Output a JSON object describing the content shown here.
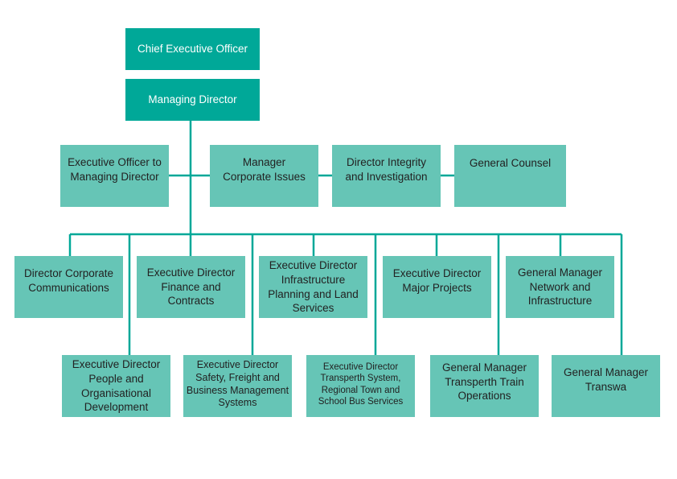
{
  "colors": {
    "executive_box": "#00a898",
    "role_box": "#66c5b6",
    "connector": "#00a898",
    "executive_text": "#ffffff",
    "role_text": "#222222"
  },
  "executive": {
    "ceo": "Chief Executive Officer",
    "md": "Managing Director"
  },
  "md_office": {
    "exec_officer": "Executive Officer to\nManaging Director",
    "manager_corporate": "Manager\nCorporate Issues",
    "director_integrity": "Director Integrity\nand Investigation",
    "general_counsel": "General Counsel"
  },
  "upper_row": {
    "corporate_comms": "Director Corporate\nCommunications",
    "finance": "Executive Director\nFinance and\nContracts",
    "infrastructure": "Executive Director\nInfrastructure\nPlanning and Land\nServices",
    "major_projects": "Executive Director\nMajor Projects",
    "network": "General Manager\nNetwork and\nInfrastructure"
  },
  "lower_row": {
    "people": "Executive Director\nPeople and\nOrganisational\nDevelopment",
    "safety": "Executive Director\nSafety, Freight and\nBusiness Management\nSystems",
    "transperth_system": "Executive Director\nTransperth System,\nRegional Town and\nSchool Bus Services",
    "train_ops": "General Manager\nTransperth Train\nOperations",
    "transwa": "General Manager\nTranswa"
  }
}
